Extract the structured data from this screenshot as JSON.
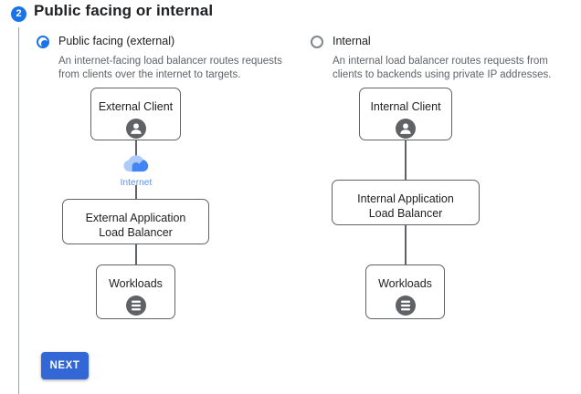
{
  "step": {
    "number": "2",
    "title": "Public facing or internal"
  },
  "colors": {
    "accent": "#1a73e8",
    "button": "#3367d6",
    "node_border": "#5f6368",
    "muted_text": "#5f6368",
    "internet_label": "#5b8def",
    "cloud_light": "#aecbfa",
    "cloud_dark": "#4285f4"
  },
  "options": [
    {
      "id": "external",
      "label": "Public facing (external)",
      "description": "An internet-facing load balancer routes requests from clients over the internet to targets.",
      "selected": true,
      "diagram": {
        "client_node": "External Client",
        "client_icon": "person-icon",
        "internet_label": "Internet",
        "internet_icon": "cloud-icon",
        "lb_line1": "External Application",
        "lb_line2": "Load Balancer",
        "workloads_node": "Workloads",
        "workloads_icon": "database-stack-icon"
      }
    },
    {
      "id": "internal",
      "label": "Internal",
      "description": "An internal load balancer routes requests from clients to backends using private IP addresses.",
      "selected": false,
      "diagram": {
        "client_node": "Internal Client",
        "client_icon": "person-icon",
        "lb_line1": "Internal Application",
        "lb_line2": "Load Balancer",
        "workloads_node": "Workloads",
        "workloads_icon": "database-stack-icon"
      }
    }
  ],
  "footer": {
    "next_label": "NEXT"
  }
}
